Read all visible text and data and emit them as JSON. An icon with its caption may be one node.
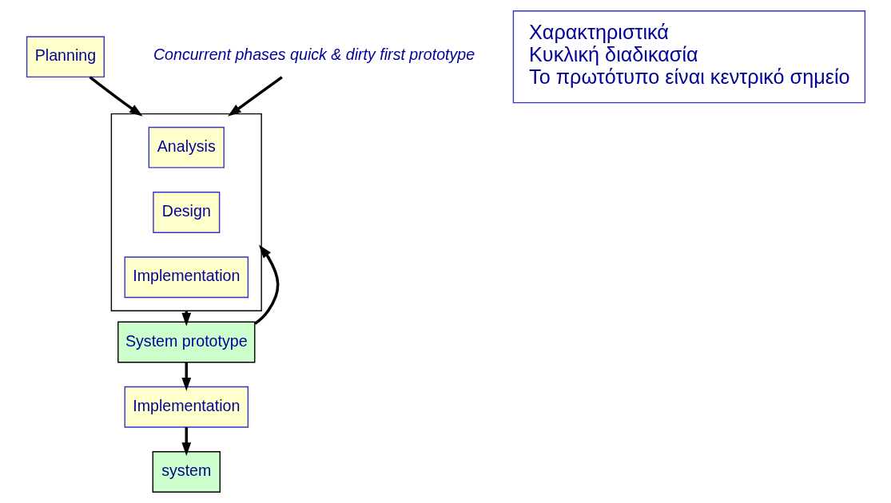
{
  "diagram": {
    "nodes": [
      {
        "text": [
          "Planning"
        ]
      },
      {
        "text": [],
        "shape": "box"
      },
      {
        "text": [
          "Analysis"
        ],
        "in": 1
      },
      {
        "text": [
          "Design"
        ],
        "in": 1
      },
      {
        "text": [
          "Implementation"
        ],
        "in": 1
      },
      {
        "text": [
          "System prototype"
        ]
      },
      {
        "text": [
          "Implementation"
        ]
      },
      {
        "text": [
          "system"
        ]
      },
      {
        "text": [
          "Χαρακτηριστικά",
          "Κυκλική διαδικασία",
          "Το πρωτότυπο είναι κεντρικό σημείο"
        ]
      },
      {
        "text": [
          "Concurrent phases quick & dirty first prototype"
        ]
      }
    ],
    "edges": [
      {
        "from": 0,
        "to": 1,
        "arrow": "to"
      },
      {
        "from": 1,
        "to": 5,
        "arrow": "to"
      },
      {
        "from": 5,
        "to": 1,
        "arrow": "to"
      },
      {
        "from": 5,
        "to": 6,
        "arrow": "to"
      },
      {
        "from": 6,
        "to": 7,
        "arrow": "to"
      },
      {
        "from": 9,
        "to": 1,
        "arrow": "to"
      }
    ]
  }
}
